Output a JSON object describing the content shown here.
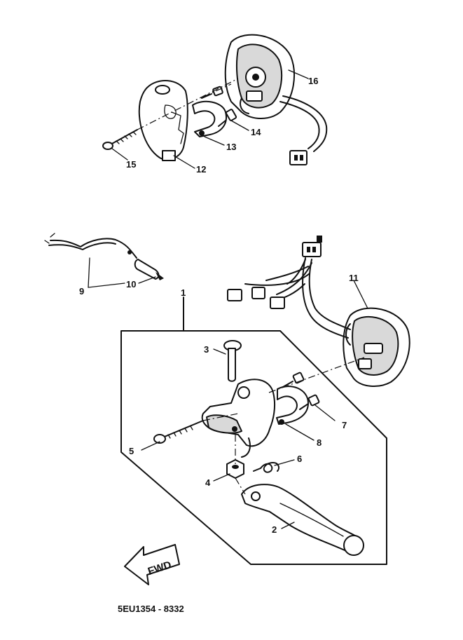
{
  "diagram": {
    "part_labels": {
      "p1": "1",
      "p2": "2",
      "p3": "3",
      "p4": "4",
      "p5": "5",
      "p6": "6",
      "p7": "7",
      "p8": "8",
      "p9": "9",
      "p10": "10",
      "p11": "11",
      "p12": "12",
      "p13": "13",
      "p14": "14",
      "p15": "15",
      "p16": "16"
    },
    "direction_arrow": "FWD",
    "drawing_code": "5EU1354 - 8332"
  }
}
